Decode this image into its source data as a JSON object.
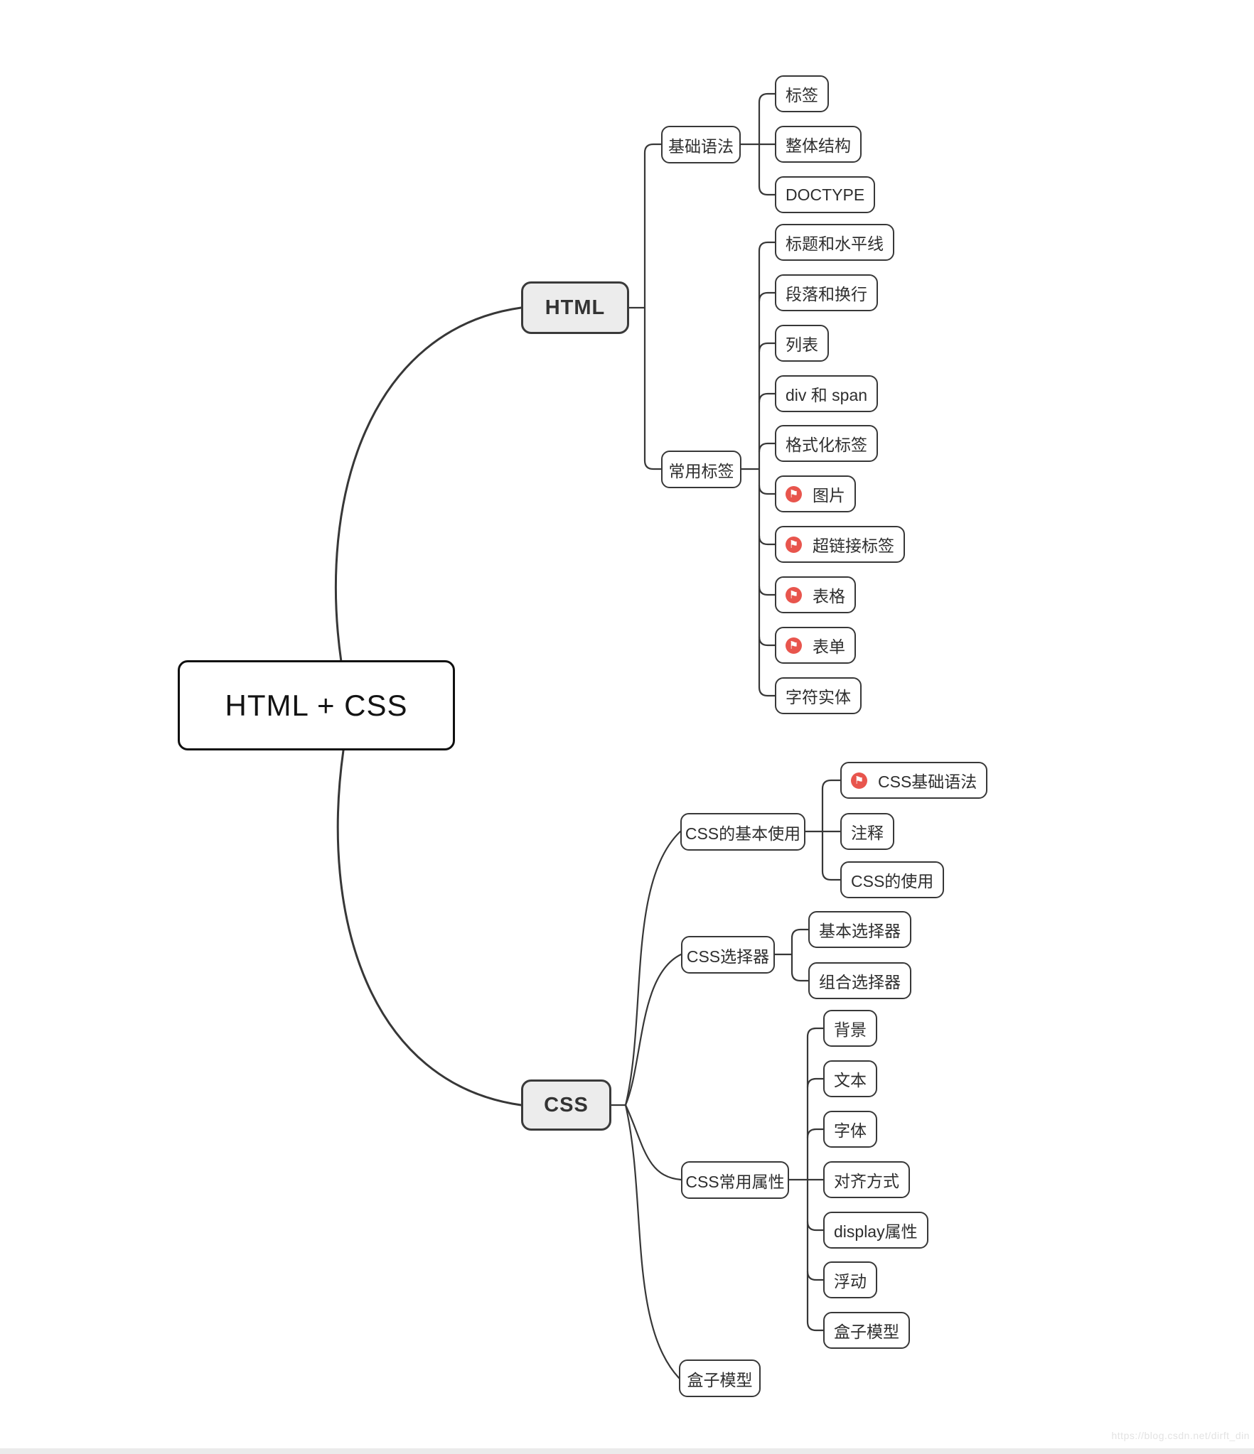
{
  "root": {
    "label": "HTML + CSS"
  },
  "html": {
    "label": "HTML",
    "groups": [
      {
        "label": "基础语法",
        "children": [
          {
            "label": "标签"
          },
          {
            "label": "整体结构"
          },
          {
            "label": "DOCTYPE"
          }
        ]
      },
      {
        "label": "常用标签",
        "children": [
          {
            "label": "标题和水平线"
          },
          {
            "label": "段落和换行"
          },
          {
            "label": "列表"
          },
          {
            "label": "div 和 span"
          },
          {
            "label": "格式化标签"
          },
          {
            "label": "图片",
            "icon": "flag-icon"
          },
          {
            "label": "超链接标签",
            "icon": "flag-icon"
          },
          {
            "label": "表格",
            "icon": "flag-icon"
          },
          {
            "label": "表单",
            "icon": "flag-icon"
          },
          {
            "label": "字符实体"
          }
        ]
      }
    ]
  },
  "css": {
    "label": "CSS",
    "groups": [
      {
        "label": "CSS的基本使用",
        "children": [
          {
            "label": "CSS基础语法",
            "icon": "flag-icon"
          },
          {
            "label": "注释"
          },
          {
            "label": "CSS的使用"
          }
        ]
      },
      {
        "label": "CSS选择器",
        "children": [
          {
            "label": "基本选择器"
          },
          {
            "label": "组合选择器"
          }
        ]
      },
      {
        "label": "CSS常用属性",
        "children": [
          {
            "label": "背景"
          },
          {
            "label": "文本"
          },
          {
            "label": "字体"
          },
          {
            "label": "对齐方式"
          },
          {
            "label": "display属性"
          },
          {
            "label": "浮动"
          },
          {
            "label": "盒子模型"
          }
        ]
      },
      {
        "label": "盒子模型",
        "children": []
      }
    ]
  },
  "icons": {
    "flag": {
      "name": "flag-icon",
      "glyph": "⚑"
    }
  },
  "colors": {
    "line": "#373737",
    "branch_fill": "#ececec",
    "flag_icon": "#e8554d"
  },
  "watermark": "https://blog.csdn.net/dirft_din"
}
